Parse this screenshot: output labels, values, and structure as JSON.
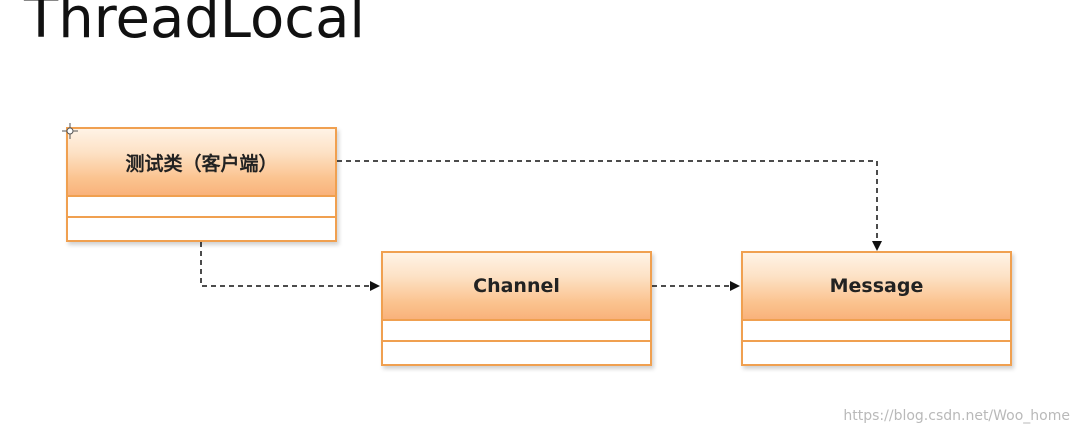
{
  "title": "ThreadLocal",
  "classes": {
    "client": {
      "name": "测试类（客户端）"
    },
    "channel": {
      "name": "Channel"
    },
    "message": {
      "name": "Message"
    }
  },
  "relations": [
    {
      "from": "client",
      "to": "message",
      "style": "dashed",
      "arrow": "open"
    },
    {
      "from": "client",
      "to": "channel",
      "style": "dashed",
      "arrow": "open"
    },
    {
      "from": "channel",
      "to": "message",
      "style": "dashed",
      "arrow": "open"
    }
  ],
  "colors": {
    "class_border": "#f0a050",
    "class_header_gradient_bottom": "#f9b27b",
    "connector": "#111111"
  },
  "watermark": "https://blog.csdn.net/Woo_home"
}
